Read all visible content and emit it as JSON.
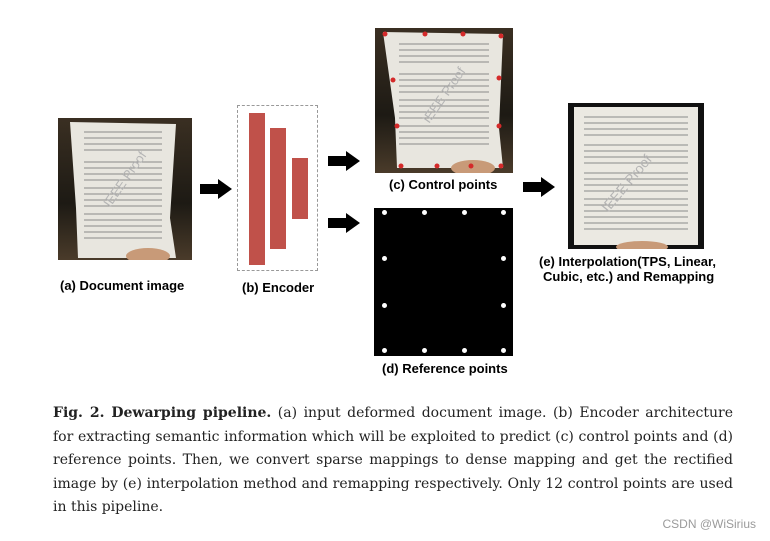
{
  "figure": {
    "labels": {
      "a": "(a) Document image",
      "b": "(b) Encoder",
      "c": "(c) Control points",
      "d": "(d) Reference points",
      "e_line1": "(e) Interpolation(TPS, Linear,",
      "e_line2": "Cubic, etc.) and Remapping"
    },
    "photo_watermark_text": "IEEE Proof",
    "encoder_bar_color": "#c0514a",
    "control_point_color": "#d42a2a",
    "reference_point_color": "#ffffff"
  },
  "caption": {
    "lead": "Fig. 2. Dewarping pipeline.",
    "body": " (a) input deformed document image. (b) Encoder architecture for extracting semantic information which will be exploited to predict (c) control points and (d) reference points. Then, we convert sparse mappings to dense mapping and get the rectified image by (e) interpolation method and remapping respectively. Only 12 control points are used in this pipeline."
  },
  "watermark": "CSDN @WiSirius"
}
